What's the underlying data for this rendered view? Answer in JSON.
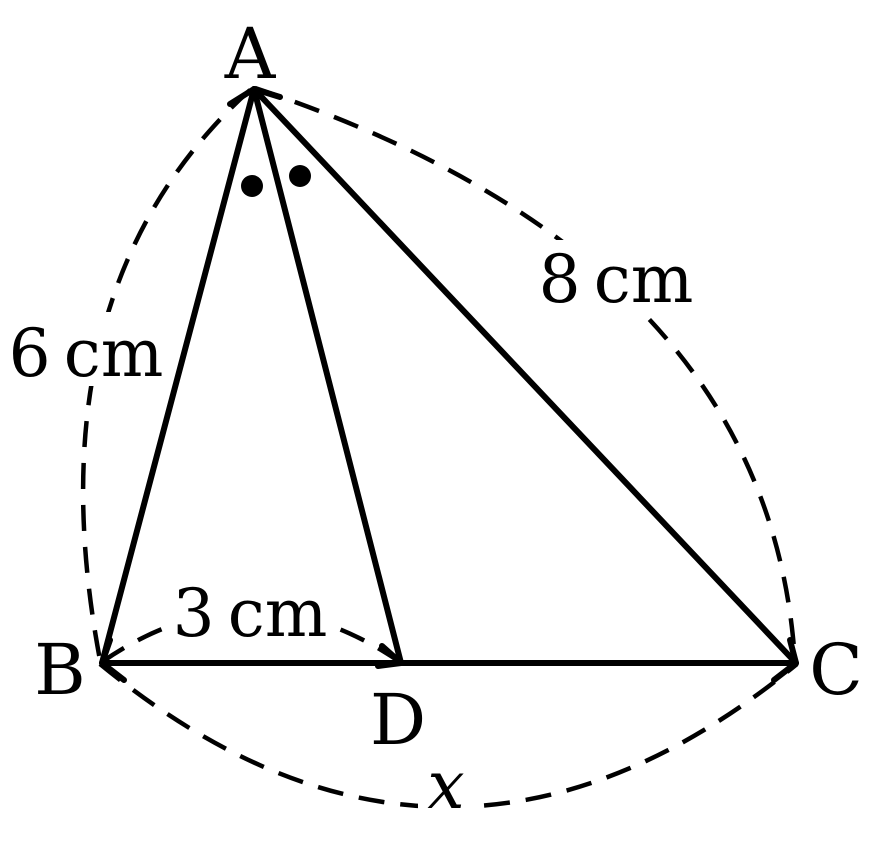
{
  "vertices": {
    "A": "A",
    "B": "B",
    "C": "C",
    "D": "D"
  },
  "lengths": {
    "AB": "6 cm",
    "AC": "8 cm",
    "BD": "3 cm",
    "BC": "x"
  },
  "angle_marks": {
    "BAD": "equal-angle-dot",
    "DAC": "equal-angle-dot"
  },
  "colors": {
    "ink": "#000000",
    "background": "#ffffff"
  }
}
